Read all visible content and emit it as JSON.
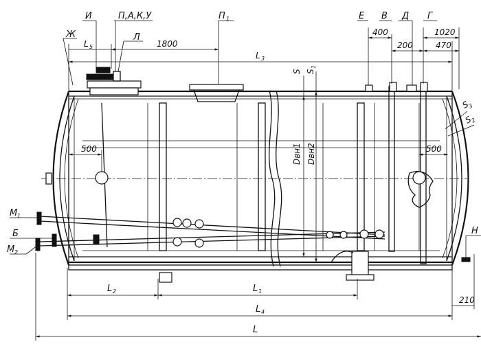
{
  "callouts": {
    "I": "И",
    "PAKU": "П,А,К,У",
    "P1": "П",
    "P1_sub": "1",
    "E": "Е",
    "V": "В",
    "D": "Д",
    "G": "Г",
    "ZH": "Ж",
    "L": "Л",
    "M1": "М",
    "M1_sub": "1",
    "B": "Б",
    "M2": "М",
    "M2_sub": "2",
    "H": "Н"
  },
  "dimensions": {
    "L5": "L",
    "L5_sub": "5",
    "d1800": "1800",
    "L3": "L",
    "L3_sub": "3",
    "d400": "400",
    "d200": "200",
    "d1020": "1020",
    "d470": "470",
    "d500_left": "500",
    "d500_right": "500",
    "S": "S",
    "S1": "S",
    "S1_sub": "1",
    "S2": "S",
    "S2_sub": "2",
    "S3": "S",
    "S3_sub": "3",
    "Dvn1": "Dвн1",
    "Dvn2": "Dвн2",
    "L2": "L",
    "L2_sub": "2",
    "L1": "L",
    "L1_sub": "1",
    "L4": "L",
    "L4_sub": "4",
    "d210": "210",
    "L": "L"
  }
}
